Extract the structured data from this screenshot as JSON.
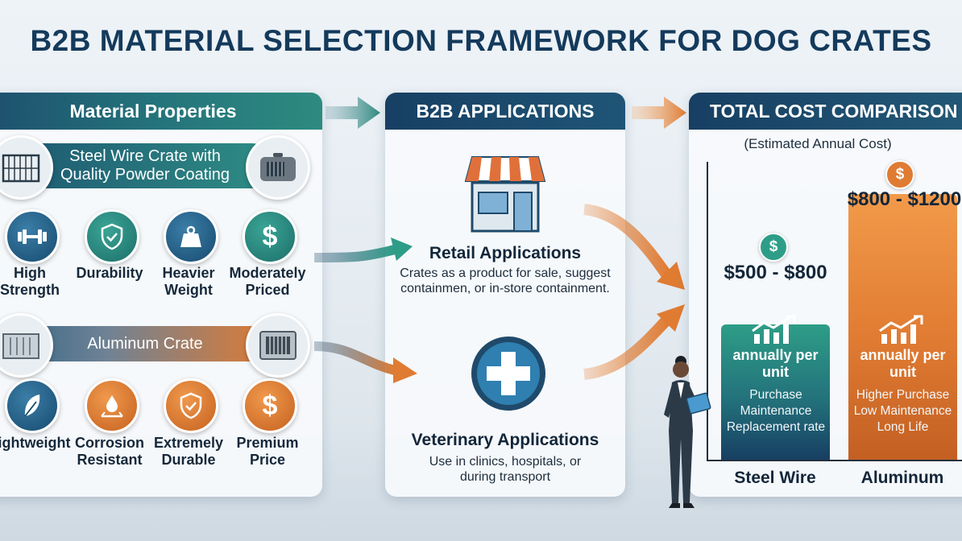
{
  "title": "B2B MATERIAL SELECTION FRAMEWORK FOR DOG CRATES",
  "panels": {
    "properties": {
      "header": "Material Properties",
      "steel": {
        "name": "Steel Wire Crate with Quality Powder Coating",
        "props": [
          {
            "label": "High Strength",
            "icon": "dumbbell-icon"
          },
          {
            "label": "Durability",
            "icon": "shield-check-icon"
          },
          {
            "label": "Heavier Weight",
            "icon": "weight-icon"
          },
          {
            "label": "Moderately Priced",
            "icon": "dollar-icon"
          }
        ]
      },
      "aluminum": {
        "name": "Aluminum Crate",
        "props": [
          {
            "label": "Lightweight",
            "icon": "feather-icon"
          },
          {
            "label": "Corrosion Resistant",
            "icon": "droplet-icon"
          },
          {
            "label": "Extremely Durable",
            "icon": "shield-check-icon"
          },
          {
            "label": "Premium Price",
            "icon": "dollar-icon"
          }
        ]
      }
    },
    "applications": {
      "header": "B2B APPLICATIONS",
      "retail": {
        "title": "Retail Applications",
        "desc": "Crates as a product for sale, suggest containmen, or in-store containment.",
        "icon": "storefront-icon"
      },
      "vet": {
        "title": "Veterinary Applications",
        "desc": "Use in clinics, hospitals, or during transport",
        "icon": "medical-cross-icon"
      }
    },
    "cost": {
      "header": "TOTAL COST COMPARISON",
      "subtitle": "(Estimated Annual Cost)",
      "steel": {
        "label": "Steel Wire",
        "price": "$500 - $800",
        "annual": "annually per unit",
        "desc": "Purchase Maintenance Replacement rate"
      },
      "aluminum": {
        "label": "Aluminum",
        "price": "$800 - $1200",
        "annual": "annually per unit",
        "desc": "Higher Purchase Low Maintenance Long Life"
      },
      "coin_symbol": "$"
    }
  },
  "colors": {
    "navy": "#173f63",
    "teal": "#2e8a80",
    "orange": "#e07b32"
  }
}
